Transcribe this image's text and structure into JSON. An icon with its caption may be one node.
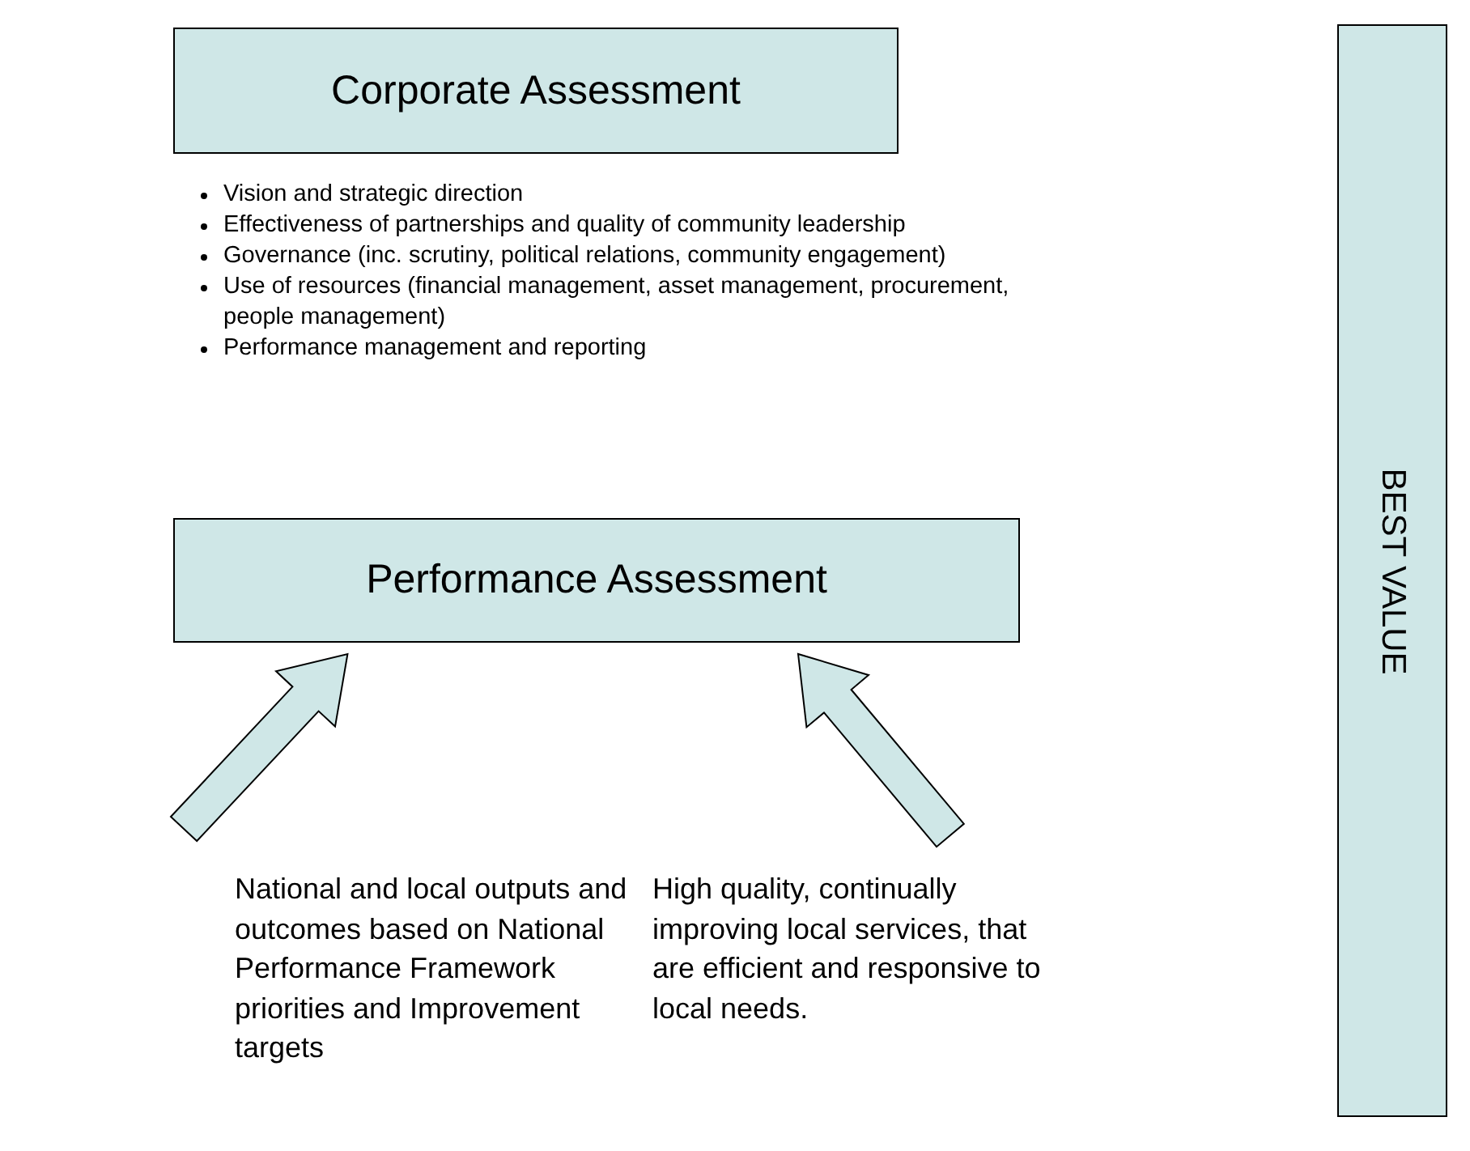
{
  "diagram": {
    "nodes": [
      {
        "text": [
          "Corporate Assessment"
        ]
      },
      {
        "text": [
          "Performance Assessment"
        ]
      },
      {
        "text": [
          "BEST VALUE"
        ]
      },
      {
        "text": [
          "National and local outputs and outcomes based on National Performance Framework priorities and Improvement targets"
        ]
      },
      {
        "text": [
          "High quality, continually improving local services, that are efficient and responsive to local needs."
        ]
      }
    ],
    "edges": [
      {
        "from": 3,
        "to": 1,
        "arrow": "to"
      },
      {
        "from": 4,
        "to": 1,
        "arrow": "to"
      }
    ],
    "labels": [
      "Vision and strategic direction",
      "Effectiveness of partnerships and quality of community leadership",
      "Governance (inc. scrutiny, political relations, community engagement)",
      "Use of resources (financial management, asset management, procurement, people management)",
      "Performance management and reporting"
    ]
  }
}
